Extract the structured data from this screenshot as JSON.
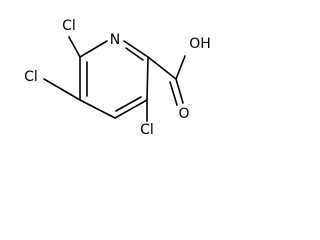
{
  "structure": {
    "atoms": {
      "n": "N",
      "cl_upper_left": "Cl",
      "cl_middle_left": "Cl",
      "cl_bottom": "Cl",
      "oh": "OH",
      "o_carbonyl": "O"
    },
    "colors": {
      "ink": "#000000",
      "background": "#ffffff"
    }
  }
}
